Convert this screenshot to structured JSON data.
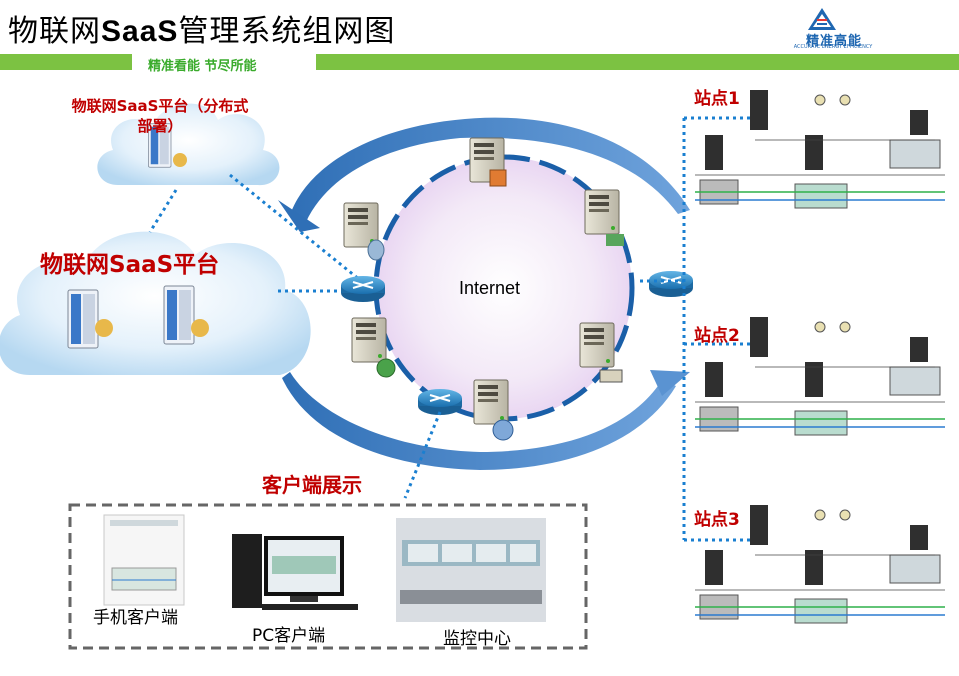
{
  "title_prefix": "物联网",
  "title_bold": "SaaS",
  "title_suffix": "管理系统组网图",
  "logo_text": "精准高能",
  "logo_subtext": "ACCURATE ENERGY EFFICIENCY",
  "slogan": "精准看能 节尽所能",
  "cloud_small_label": "物联网SaaS平台（分布式部署）",
  "cloud_big_label": "物联网SaaS平台",
  "internet_label": "Internet",
  "client_title": "客户端展示",
  "clients": [
    {
      "label": "手机客户端"
    },
    {
      "label": "PC客户端"
    },
    {
      "label": "监控中心"
    }
  ],
  "sites": [
    {
      "label": "站点1"
    },
    {
      "label": "站点2"
    },
    {
      "label": "站点3"
    }
  ],
  "colors": {
    "green_bar": "#7cc242",
    "accent_red": "#c00000",
    "dotted_blue": "#1a7fd0",
    "arrow_blue": "#3f7fc4",
    "logo_blue": "#1f67b1"
  }
}
